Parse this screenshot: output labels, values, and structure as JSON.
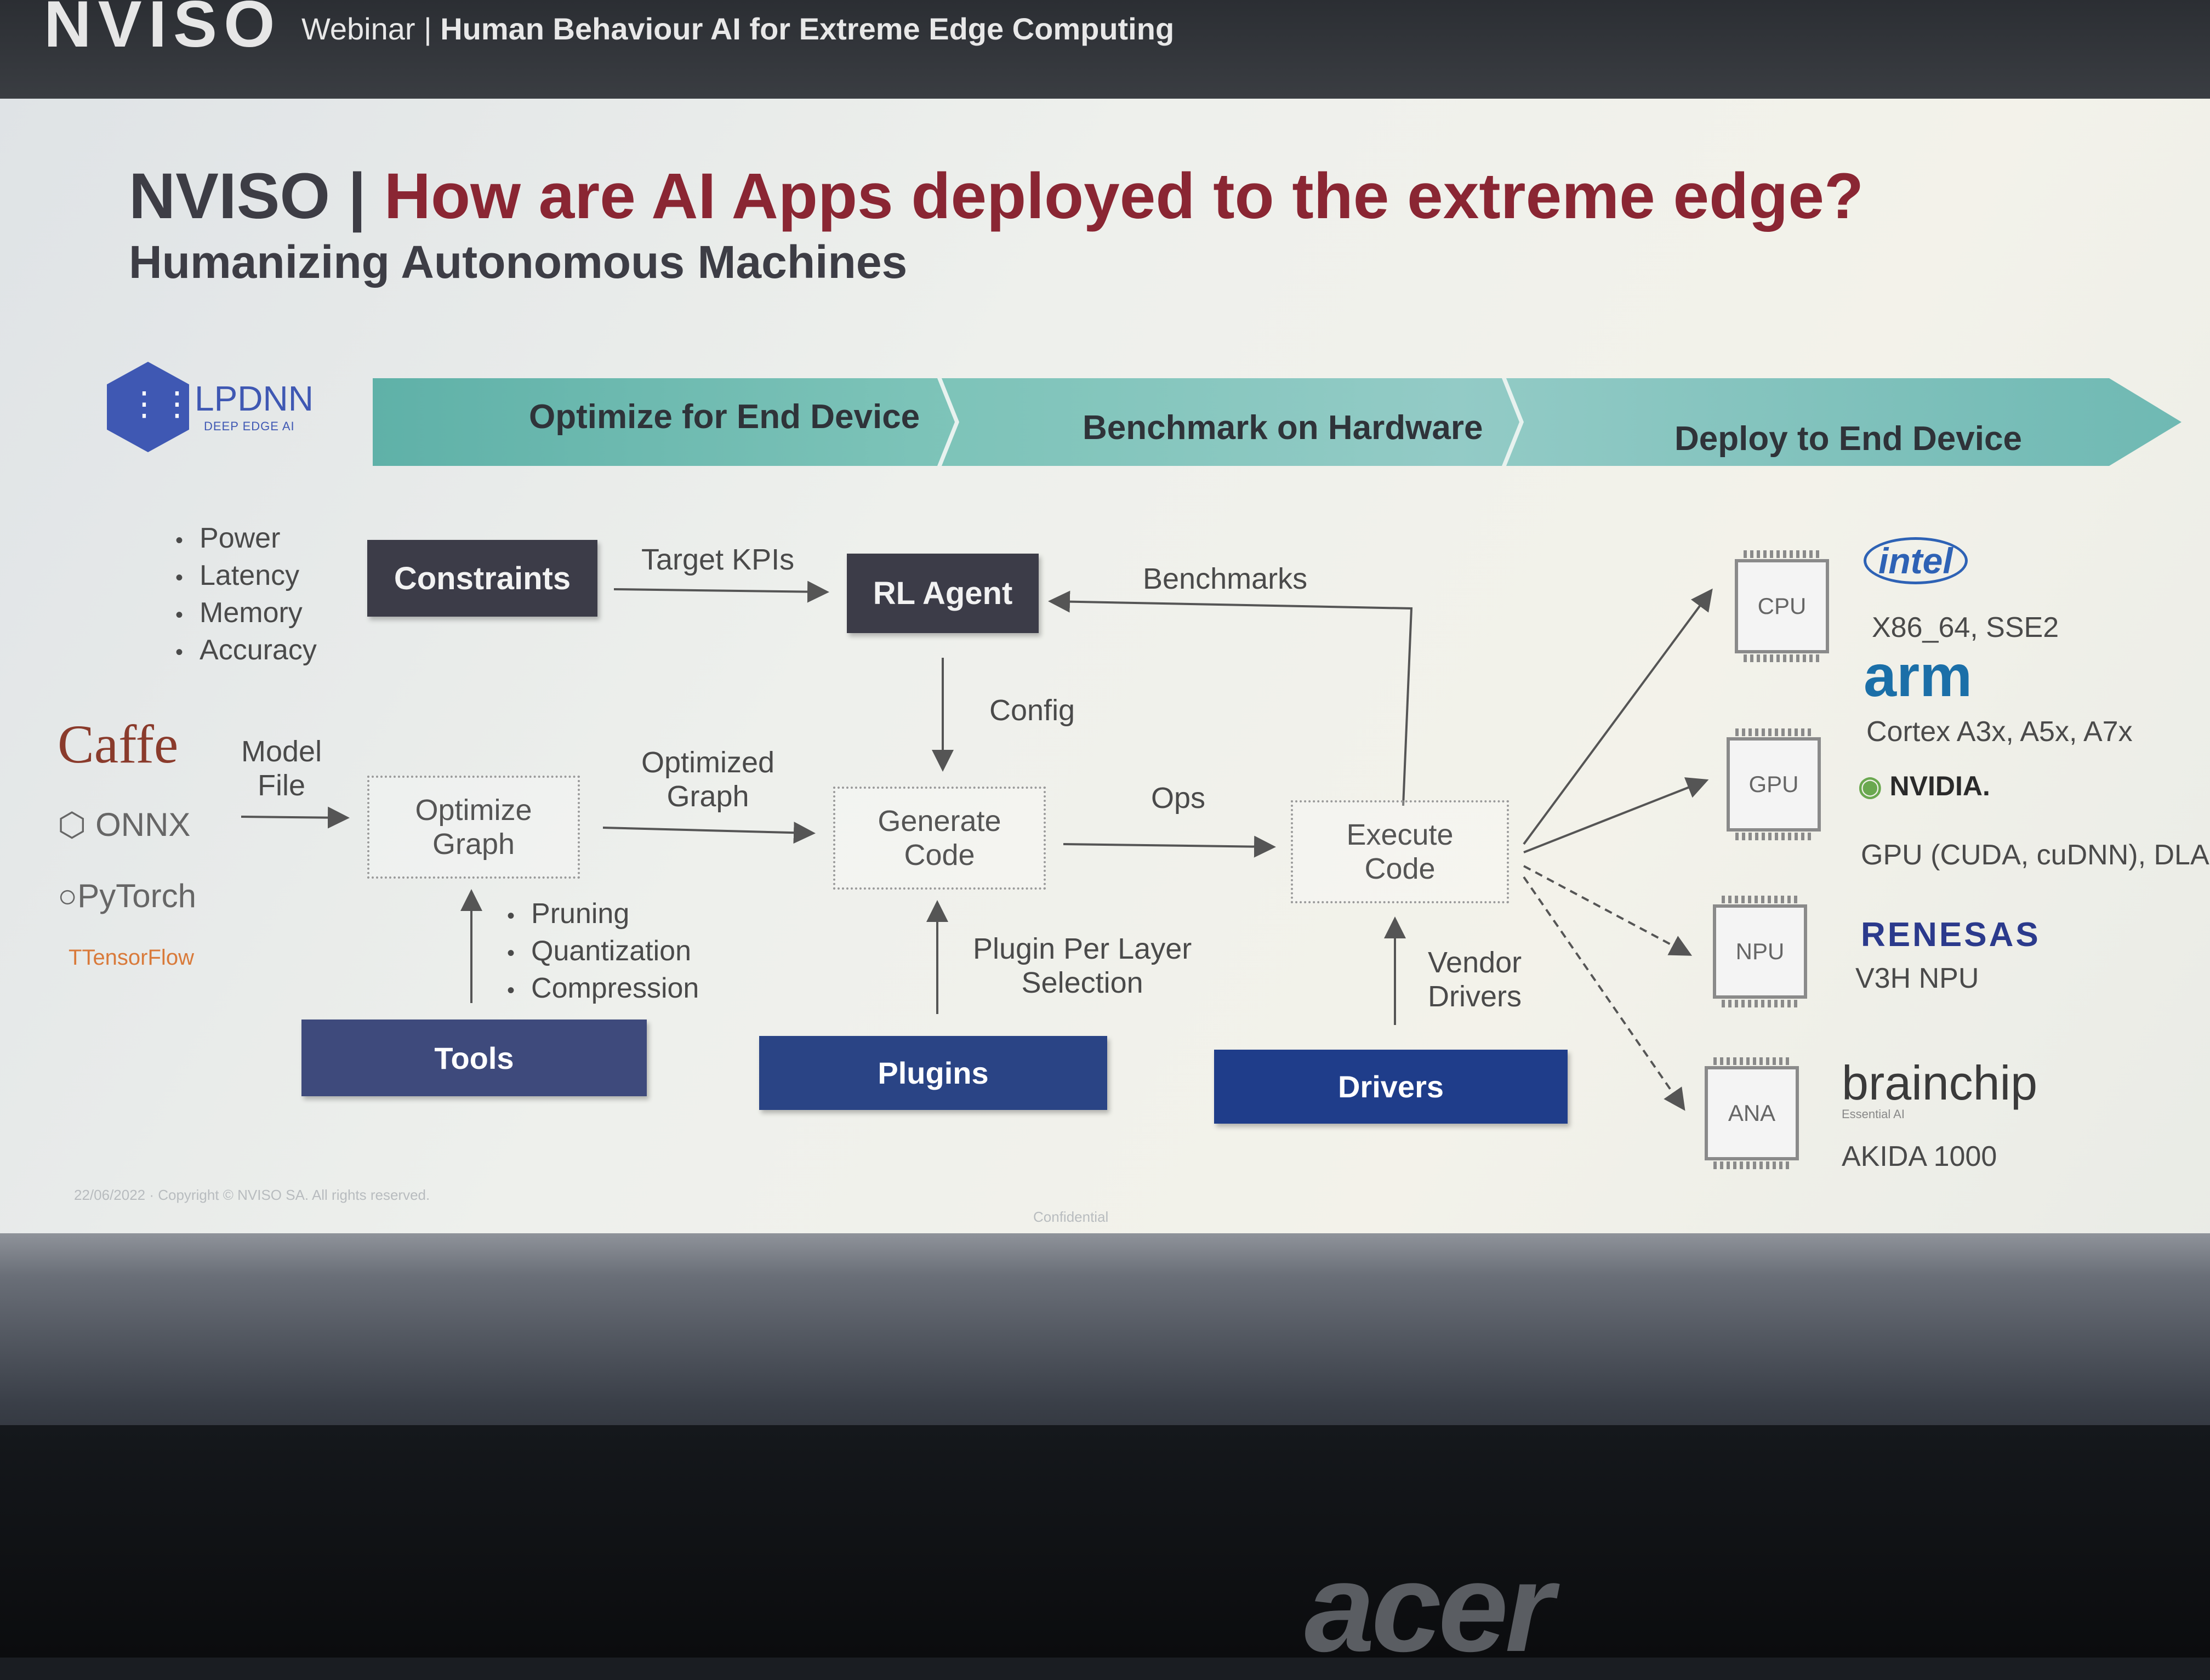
{
  "header": {
    "logo": "NVISO",
    "webinar_label": "Webinar",
    "webinar_title": "Human Behaviour AI for Extreme Edge Computing"
  },
  "slide": {
    "title_brand": "NVISO |",
    "title_question": "How are AI Apps deployed to the extreme edge?",
    "subtitle": "Humanizing Autonomous Machines",
    "lpdnn": {
      "name": "LPDNN",
      "tagline": "DEEP EDGE AI"
    },
    "stages": [
      "Optimize for End Device",
      "Benchmark on Hardware",
      "Deploy to End Device"
    ],
    "constraints_list": [
      "Power",
      "Latency",
      "Memory",
      "Accuracy"
    ],
    "frameworks": [
      "Caffe",
      "ONNX",
      "PyTorch",
      "TensorFlow"
    ],
    "boxes": {
      "constraints": "Constraints",
      "rl_agent": "RL Agent",
      "optimize_graph": [
        "Optimize",
        "Graph"
      ],
      "generate_code": [
        "Generate",
        "Code"
      ],
      "execute_code": [
        "Execute",
        "Code"
      ],
      "tools": "Tools",
      "plugins": "Plugins",
      "drivers": "Drivers"
    },
    "labels": {
      "target_kpis": "Target KPIs",
      "benchmarks": "Benchmarks",
      "config": "Config",
      "model_file": [
        "Model",
        "File"
      ],
      "optimized_graph": [
        "Optimized",
        "Graph"
      ],
      "ops": "Ops",
      "plugin_per_layer": [
        "Plugin Per Layer",
        "Selection"
      ],
      "vendor_drivers": [
        "Vendor",
        "Drivers"
      ]
    },
    "tool_list": [
      "Pruning",
      "Quantization",
      "Compression"
    ],
    "hardware": [
      {
        "chip": "CPU",
        "vendor": "intel",
        "desc": "X86_64, SSE2"
      },
      {
        "chip": "",
        "vendor": "arm",
        "desc": "Cortex A3x, A5x, A7x"
      },
      {
        "chip": "GPU",
        "vendor": "NVIDIA.",
        "desc": "GPU (CUDA, cuDNN), DLA"
      },
      {
        "chip": "NPU",
        "vendor": "RENESAS",
        "desc": "V3H NPU"
      },
      {
        "chip": "ANA",
        "vendor": "brainchip",
        "vendor_sub": "Essential AI",
        "desc": "AKIDA 1000"
      }
    ],
    "footer": {
      "left": "22/06/2022 · Copyright © NVISO SA. All rights reserved.",
      "center": "Confidential"
    }
  },
  "laptop_brand": "acer",
  "colors": {
    "title_accent": "#8a2633",
    "dark_box": "#3c3c48",
    "navy_box": "#1f3d8a",
    "banner": "#7cc3b8",
    "lpdnn_blue": "#3f58b3"
  }
}
